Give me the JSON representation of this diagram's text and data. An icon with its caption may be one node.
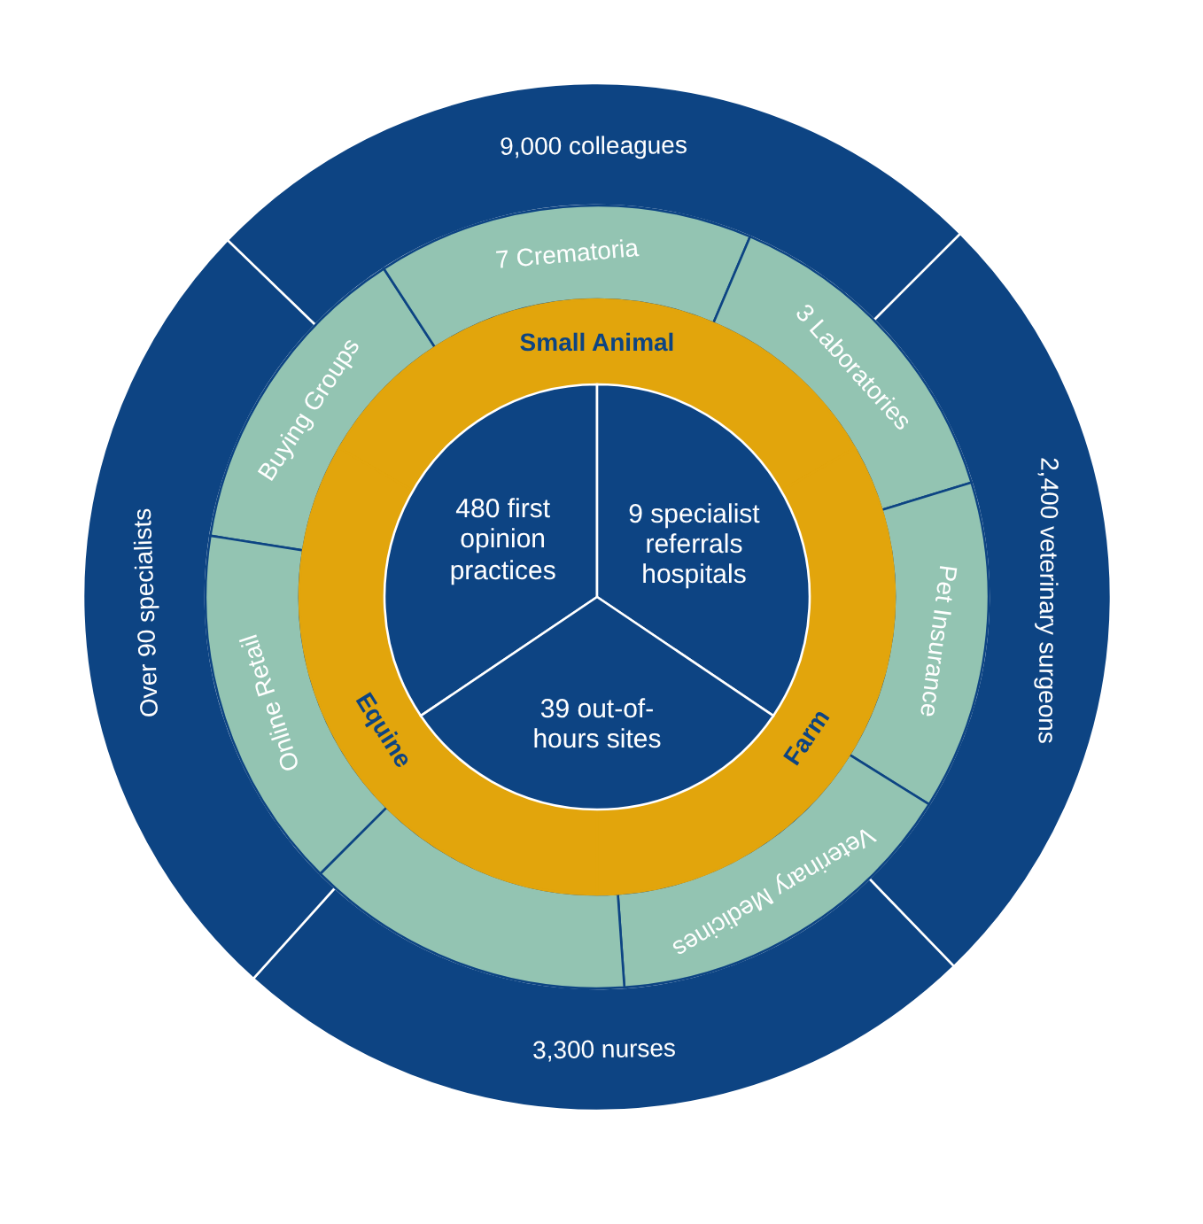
{
  "diagram": {
    "nodes": [
      {
        "text": [
          "9,000 colleagues"
        ]
      },
      {
        "text": [
          "2,400 veterinary surgeons"
        ]
      },
      {
        "text": [
          "3,300 nurses"
        ]
      },
      {
        "text": [
          "Over 90 specialists"
        ]
      },
      {
        "text": [
          "Buying Groups"
        ]
      },
      {
        "text": [
          "7 Crematoria"
        ]
      },
      {
        "text": [
          "3 Laboratories"
        ]
      },
      {
        "text": [
          "Pet Insurance"
        ]
      },
      {
        "text": [
          "Veterinary Medicines"
        ]
      },
      {
        "text": [],
        "shape": "band"
      },
      {
        "text": [
          "Online Retail"
        ]
      },
      {
        "text": [
          "Small Animal"
        ]
      },
      {
        "text": [
          "Equine"
        ]
      },
      {
        "text": [
          "Farm"
        ]
      },
      {
        "text": [
          "480 first opinion practices"
        ]
      },
      {
        "text": [
          "9 specialist referrals hospitals"
        ]
      },
      {
        "text": [
          "39 out-of-hours sites"
        ]
      }
    ]
  }
}
